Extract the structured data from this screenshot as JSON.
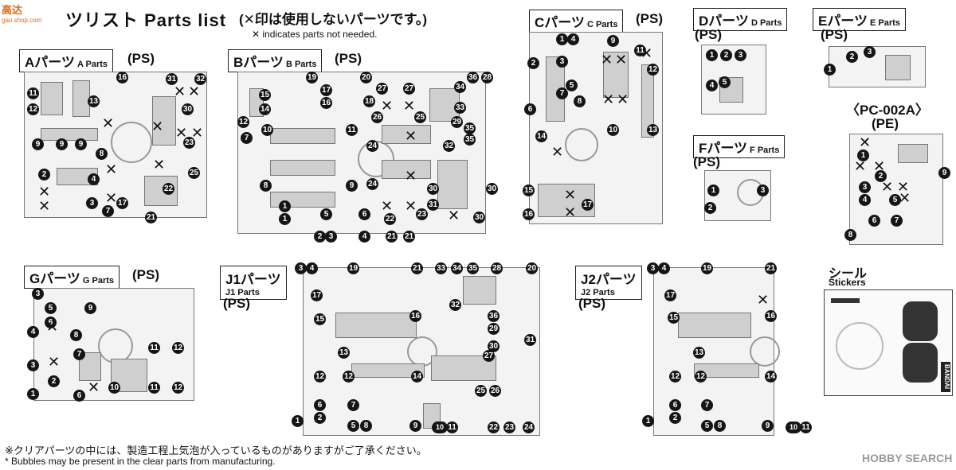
{
  "header": {
    "site_watermark": "高达",
    "site_watermark_sub": "gao.shop.com",
    "title": "ツリスト Parts list",
    "note_jp": "(✕印は使用しないパーツです。)",
    "note_en": "✕ indicates parts not needed."
  },
  "sections": {
    "A": {
      "label": "Aパーツ",
      "sub": "A Parts",
      "material": "(PS)"
    },
    "B": {
      "label": "Bパーツ",
      "sub": "B Parts",
      "material": "(PS)"
    },
    "C": {
      "label": "Cパーツ",
      "sub": "C Parts",
      "material": "(PS)"
    },
    "D": {
      "label": "Dパーツ",
      "sub": "D Parts",
      "material": "(PS)"
    },
    "E": {
      "label": "Eパーツ",
      "sub": "E Parts",
      "material": "(PS)"
    },
    "F": {
      "label": "Fパーツ",
      "sub": "F Parts",
      "material": "(PS)"
    },
    "PC": {
      "label": "〈PC-002A〉",
      "material": "(PE)"
    },
    "G": {
      "label": "Gパーツ",
      "sub": "G Parts",
      "material": "(PS)"
    },
    "J1": {
      "label": "J1パーツ",
      "sub": "J1 Parts",
      "material": "(PS)"
    },
    "J2": {
      "label": "J2パーツ",
      "sub": "J2 Parts",
      "material": "(PS)"
    }
  },
  "stickers": {
    "label": "シール",
    "sub": "Stickers",
    "brand": "BANDAI"
  },
  "footer": {
    "note_jp": "※クリアパーツの中には、製造工程上気泡が入っているものがありますがご了承ください。",
    "note_en": "* Bubbles may be present in the clear parts from manufacturing.",
    "logo": "HOBBY SEARCH"
  },
  "icons": {
    "unused_mark": "x-mark-icon",
    "part_number": "number-badge-icon",
    "logo": "hobby-search-logo-icon"
  }
}
